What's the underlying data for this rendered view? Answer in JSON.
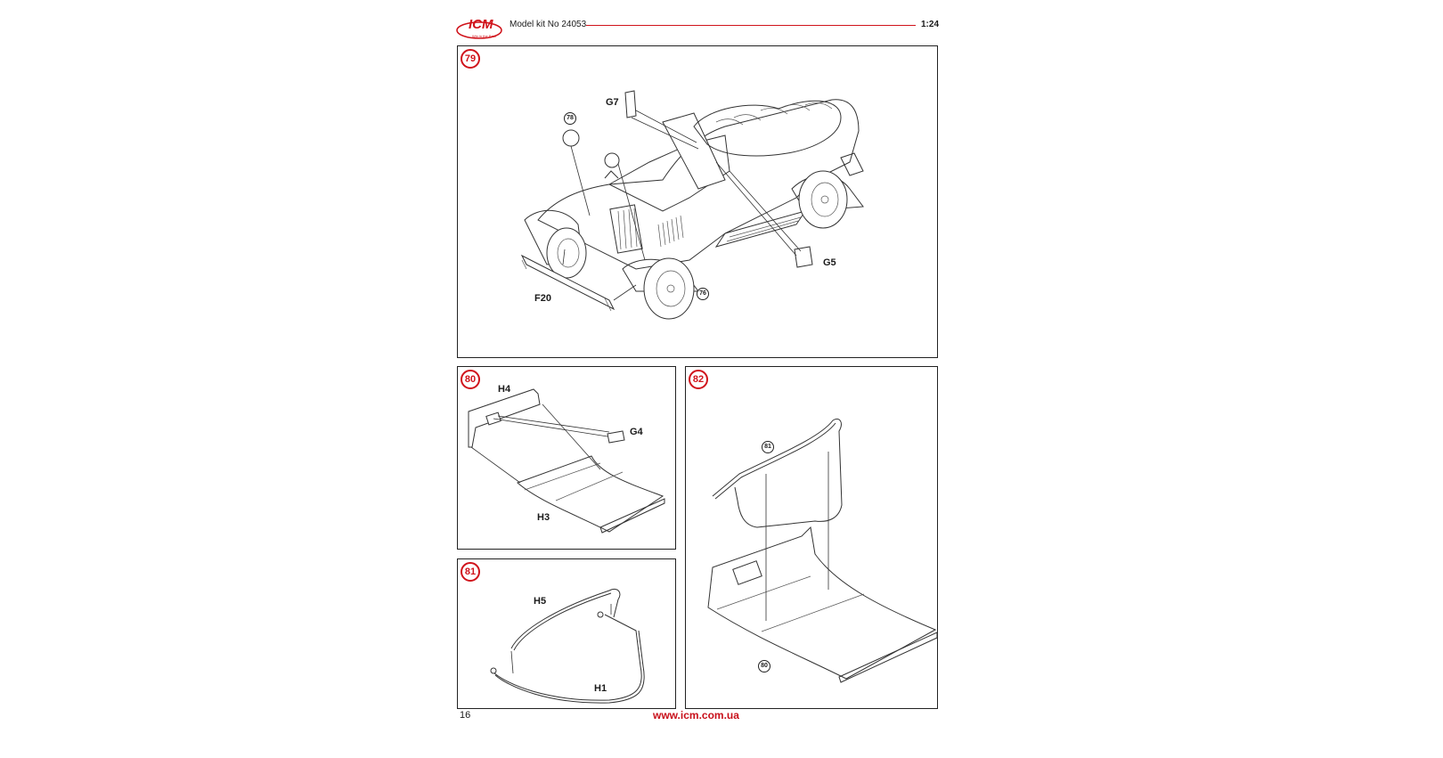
{
  "header": {
    "logo": "ICM",
    "logo_tagline": "Win in the Best",
    "kit_label": "Model kit No 24053",
    "scale": "1:24"
  },
  "steps": [
    {
      "number": "79",
      "parts": [
        "G7",
        "G5",
        "F20"
      ],
      "refs": [
        "78",
        "76"
      ]
    },
    {
      "number": "80",
      "parts": [
        "H4",
        "G4",
        "H3"
      ]
    },
    {
      "number": "81",
      "parts": [
        "H5",
        "H1"
      ]
    },
    {
      "number": "82",
      "refs": [
        "81",
        "80"
      ]
    }
  ],
  "footer": {
    "page_number": "16",
    "website": "www.icm.com.ua"
  },
  "colors": {
    "accent": "#d0131b",
    "line": "#333333"
  }
}
